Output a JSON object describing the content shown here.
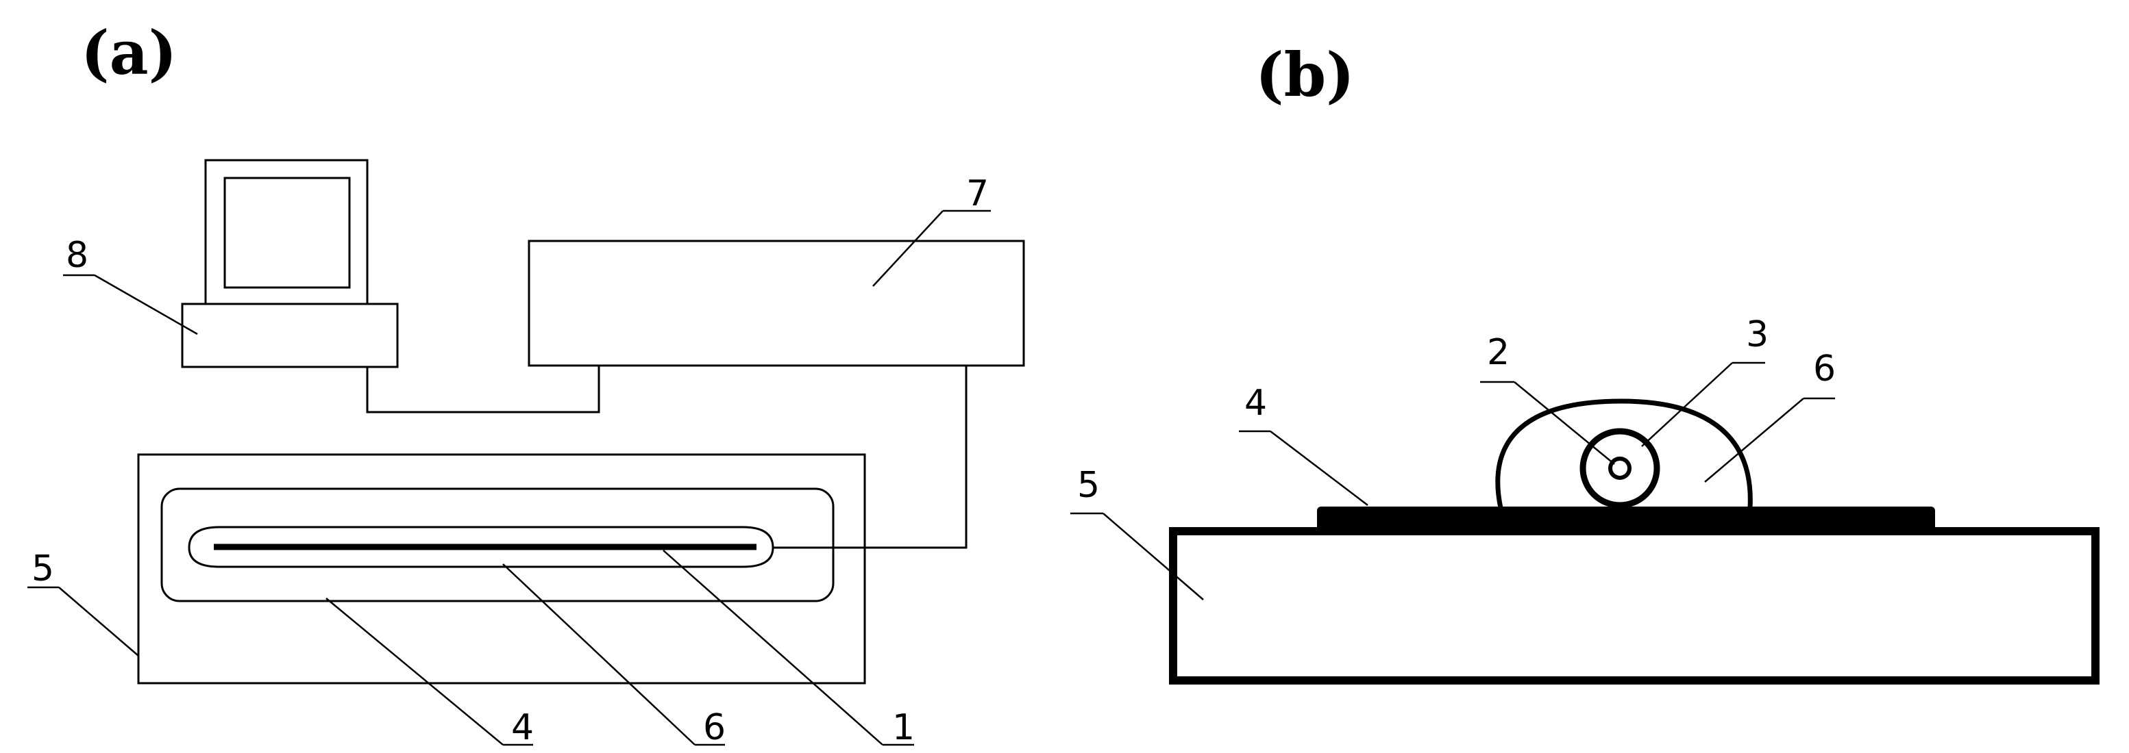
{
  "panels": {
    "a": {
      "label": "(a)"
    },
    "b": {
      "label": "(b)"
    }
  },
  "callouts_a": {
    "n1": "1",
    "n4": "4",
    "n5": "5",
    "n6": "6",
    "n7": "7",
    "n8": "8"
  },
  "callouts_b": {
    "n2": "2",
    "n3": "3",
    "n4": "4",
    "n5": "5",
    "n6": "6"
  }
}
